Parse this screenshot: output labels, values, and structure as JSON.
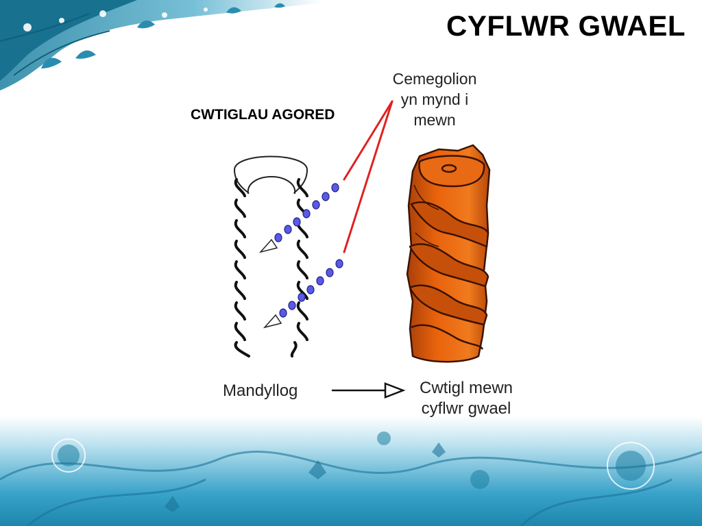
{
  "slide": {
    "title": "CYFLWR GWAEL",
    "open_cuticles_label": "CWTIGLAU AGORED",
    "chemicals_label": [
      "Cemegolion",
      "yn mynd i",
      "mewn"
    ],
    "porous_label": "Mandyllog",
    "cuticle_label": [
      "Cwtigl mewn",
      "cyflwr gwael"
    ]
  },
  "colors": {
    "banner_teal": "#1f7fa0",
    "banner_light": "#cfeaf4",
    "pointer_red": "#e02020",
    "dot_blue": "#5a5ae6",
    "hair_orange": "#e8620c",
    "hair_shadow": "#a8400a"
  }
}
